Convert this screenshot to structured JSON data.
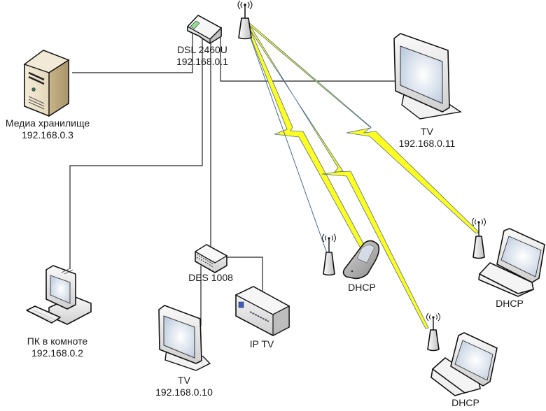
{
  "diagram": {
    "title": "Home network",
    "colors": {
      "wire": "#222222",
      "wireless_beam": "#ffff22",
      "wireless_edge": "#4a6a8a",
      "server_body": "#e8dcc0",
      "screen": "#dfe8f2"
    },
    "nodes": [
      {
        "id": "router",
        "type": "dsl-router",
        "name": "DSL 2460U",
        "ip": "192.168.0.1"
      },
      {
        "id": "ap-main",
        "type": "wireless-access-point",
        "name": "",
        "ip": ""
      },
      {
        "id": "media-storage",
        "type": "server",
        "name": "Медиа хранилище",
        "ip": "192.168.0.3"
      },
      {
        "id": "tv-living",
        "type": "tv",
        "name": "TV",
        "ip": "192.168.0.11"
      },
      {
        "id": "pc-room",
        "type": "desktop-pc",
        "name": "ПК в комноте",
        "ip": "192.168.0.2"
      },
      {
        "id": "switch",
        "type": "switch",
        "name": "DES 1008",
        "ip": ""
      },
      {
        "id": "iptv",
        "type": "set-top-box",
        "name": "IP TV",
        "ip": ""
      },
      {
        "id": "tv-room",
        "type": "tv",
        "name": "TV",
        "ip": "192.168.0.10"
      },
      {
        "id": "phone",
        "type": "mobile-phone",
        "name": "DHCP",
        "ip": ""
      },
      {
        "id": "laptop-1",
        "type": "laptop",
        "name": "DHCP",
        "ip": ""
      },
      {
        "id": "laptop-2",
        "type": "laptop",
        "name": "DHCP",
        "ip": ""
      }
    ],
    "links": [
      {
        "from": "router",
        "to": "media-storage",
        "kind": "wired"
      },
      {
        "from": "router",
        "to": "pc-room",
        "kind": "wired"
      },
      {
        "from": "router",
        "to": "switch",
        "kind": "wired"
      },
      {
        "from": "router",
        "to": "tv-living",
        "kind": "wired"
      },
      {
        "from": "switch",
        "to": "tv-room",
        "kind": "wired"
      },
      {
        "from": "switch",
        "to": "iptv",
        "kind": "wired"
      },
      {
        "from": "ap-main",
        "to": "phone",
        "kind": "wireless"
      },
      {
        "from": "ap-main",
        "to": "laptop-1",
        "kind": "wireless"
      },
      {
        "from": "ap-main",
        "to": "laptop-2",
        "kind": "wireless"
      }
    ]
  }
}
